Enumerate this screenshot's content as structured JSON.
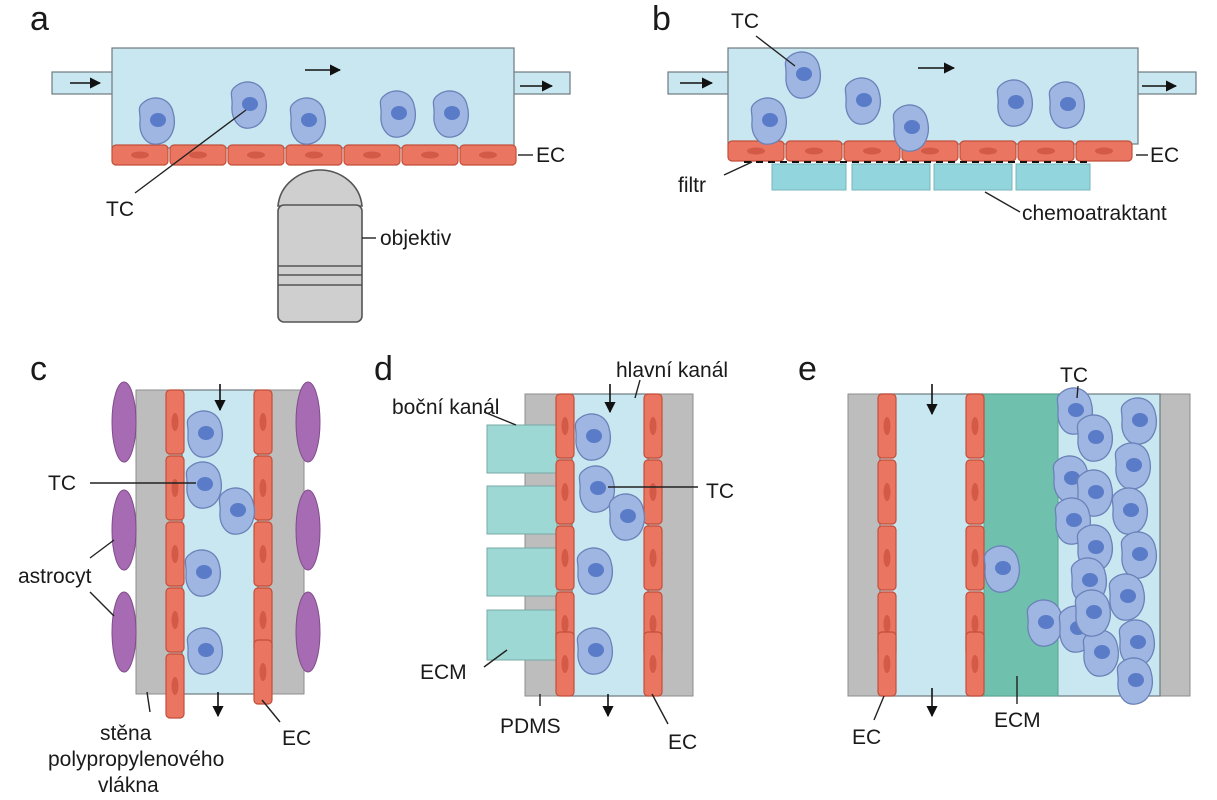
{
  "figure": {
    "panels": {
      "a": "a",
      "b": "b",
      "c": "c",
      "d": "d",
      "e": "e"
    },
    "labels": {
      "a_tc": "TC",
      "a_ec": "EC",
      "a_objective": "objektiv",
      "b_tc": "TC",
      "b_ec": "EC",
      "b_filter": "filtr",
      "b_chemoattractant": "chemoatraktant",
      "c_tc": "TC",
      "c_astrocyte": "astrocyt",
      "c_wall_line1": "stěna",
      "c_wall_line2": "polypropylenového",
      "c_wall_line3": "vlákna",
      "c_ec": "EC",
      "d_side_channel": "boční kanál",
      "d_main_channel": "hlavní kanál",
      "d_tc": "TC",
      "d_ecm": "ECM",
      "d_pdms": "PDMS",
      "d_ec": "EC",
      "e_tc": "TC",
      "e_ec": "EC",
      "e_ecm": "ECM"
    },
    "colors": {
      "medium": "#c9e7f1",
      "endothelial_cell": "#ea7560",
      "tumor_cell": "#9fb6e2",
      "tumor_nucleus": "#5a7cc8",
      "astrocyte": "#a76bb3",
      "wall": "#bdbdbd",
      "ecm": "#9ed8d4",
      "chemoattractant": "#93d5dc"
    }
  }
}
